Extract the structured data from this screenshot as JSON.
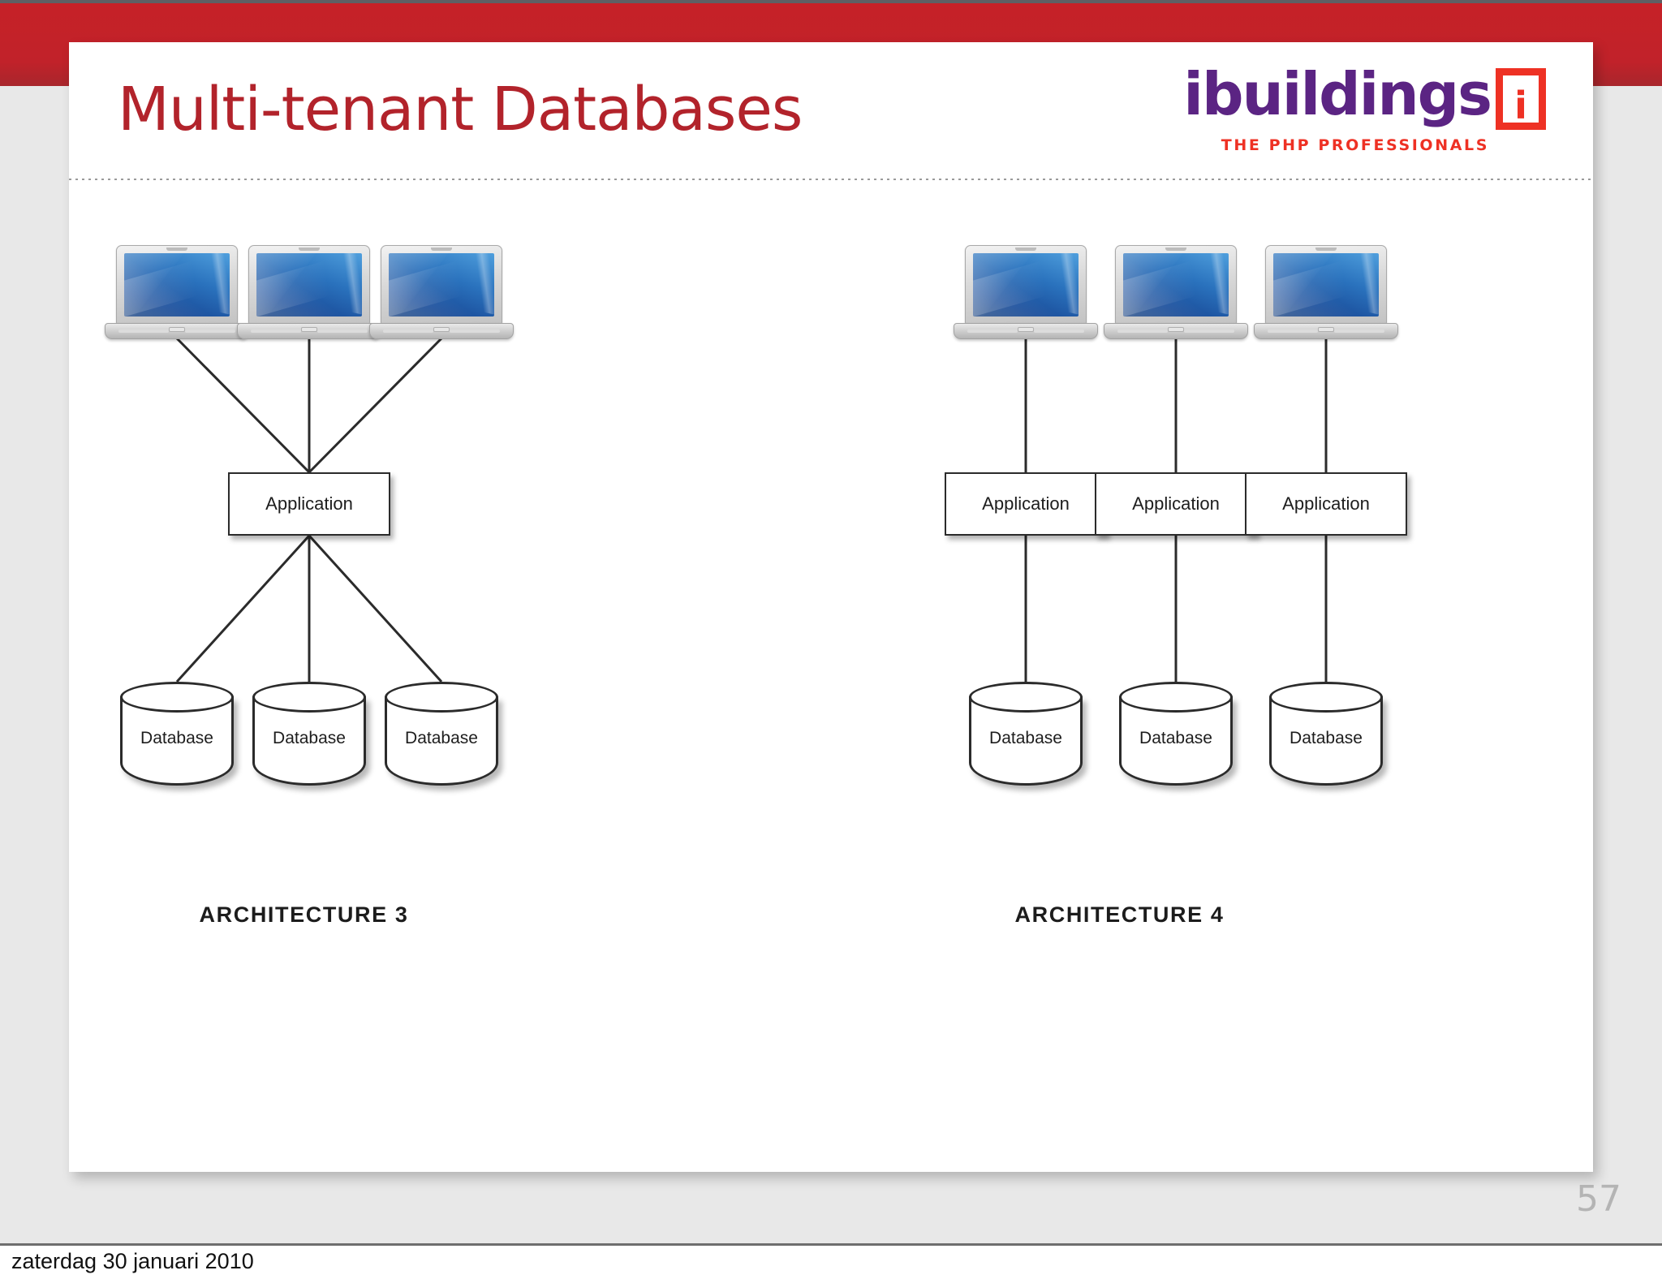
{
  "window": {
    "accent_red": "#c1222a",
    "background": "#e8e8e8"
  },
  "slide": {
    "title": "Multi-tenant Databases",
    "title_color": "#b2232b",
    "page_number": "57",
    "logo": {
      "wordmark": "ibuildings",
      "bracket_letter": "i",
      "tagline": "THE PHP PROFESSIONALS",
      "wordmark_color": "#5b2483",
      "accent_color": "#ee3124"
    }
  },
  "footer": {
    "date": "zaterdag 30 januari 2010"
  },
  "diagram": {
    "architectures": [
      {
        "caption": "ARCHITECTURE 3",
        "pattern": "shared-application-multiple-databases",
        "clients": [
          {
            "icon": "laptop-icon"
          },
          {
            "icon": "laptop-icon"
          },
          {
            "icon": "laptop-icon"
          }
        ],
        "applications": [
          {
            "label": "Application"
          }
        ],
        "databases": [
          {
            "label": "Database"
          },
          {
            "label": "Database"
          },
          {
            "label": "Database"
          }
        ]
      },
      {
        "caption": "ARCHITECTURE 4",
        "pattern": "isolated-application-and-database-per-tenant",
        "clients": [
          {
            "icon": "laptop-icon"
          },
          {
            "icon": "laptop-icon"
          },
          {
            "icon": "laptop-icon"
          }
        ],
        "applications": [
          {
            "label": "Application"
          },
          {
            "label": "Application"
          },
          {
            "label": "Application"
          }
        ],
        "databases": [
          {
            "label": "Database"
          },
          {
            "label": "Database"
          },
          {
            "label": "Database"
          }
        ]
      }
    ]
  }
}
